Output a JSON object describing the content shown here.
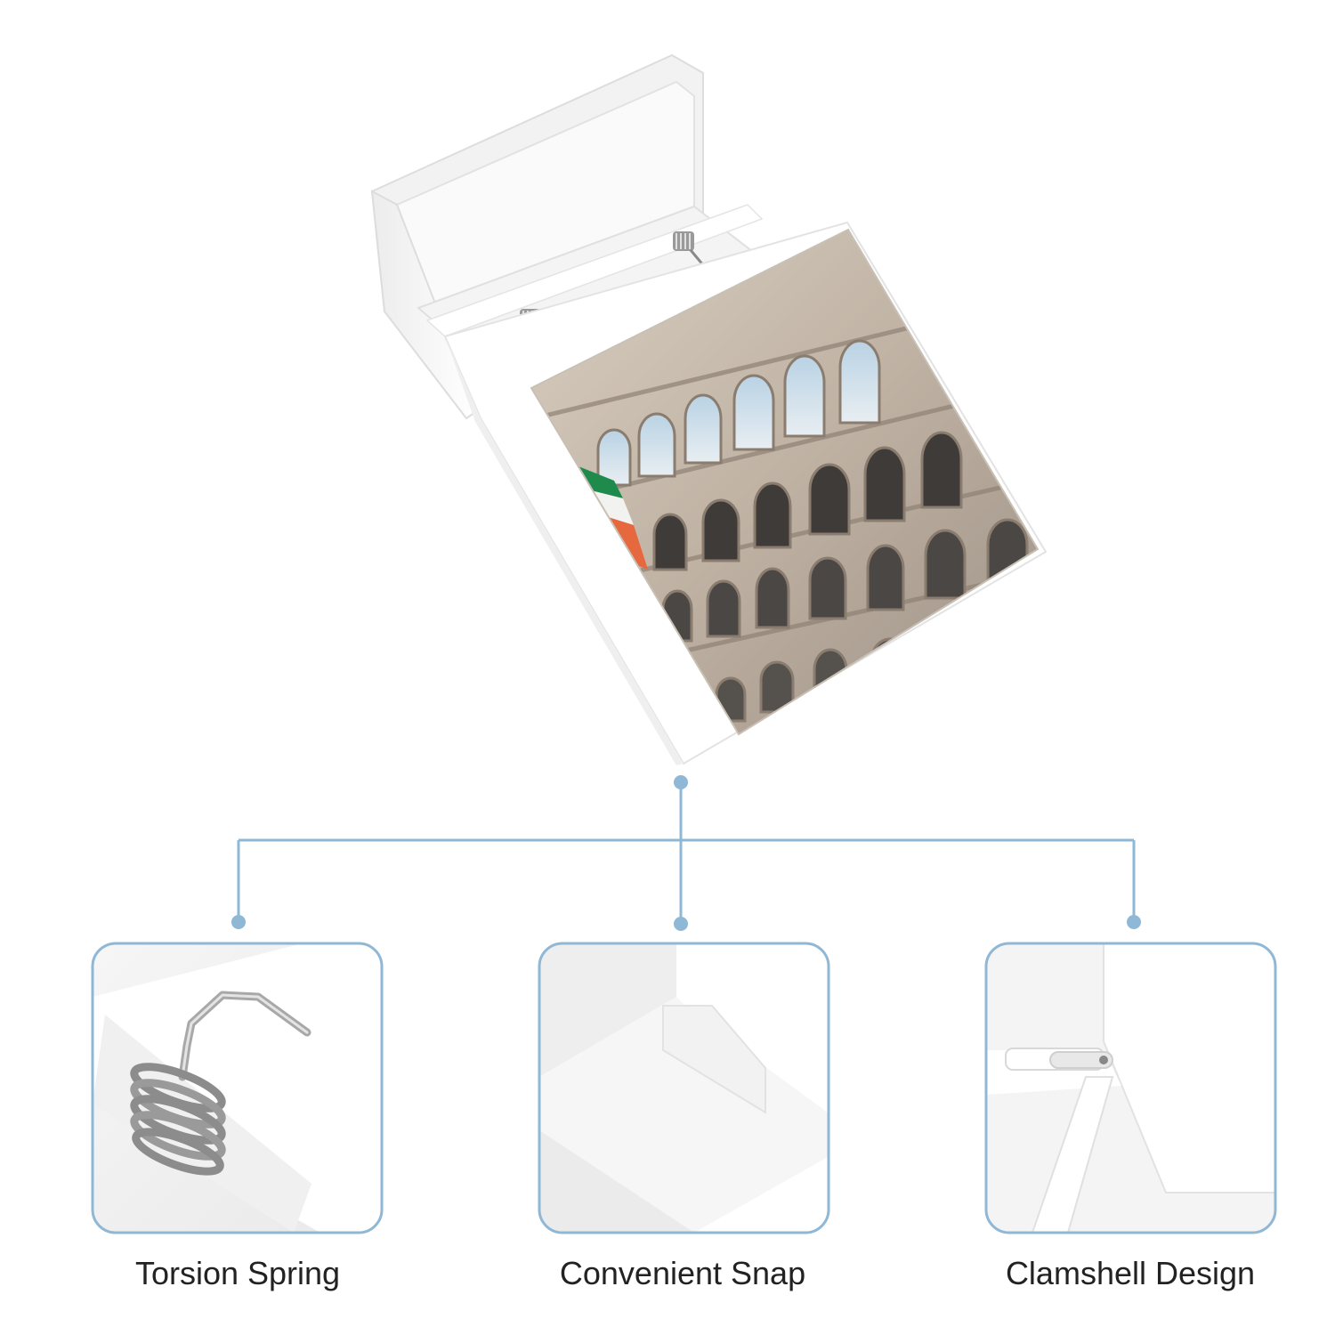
{
  "features": [
    {
      "label": "Torsion Spring"
    },
    {
      "label": "Convenient Snap"
    },
    {
      "label": "Clamshell Design"
    }
  ],
  "colors": {
    "background": "#ffffff",
    "connector": "#8fb8d6",
    "panel_border": "#8fb8d6",
    "caption_text": "#222222"
  }
}
